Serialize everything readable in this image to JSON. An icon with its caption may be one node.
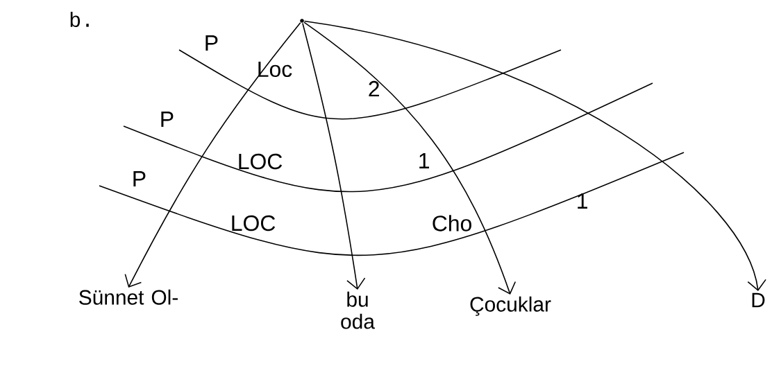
{
  "diagram": {
    "nodes": [
      {
        "text": [],
        "shape": "circle"
      },
      {
        "text": [
          "Sünnet Ol-"
        ]
      },
      {
        "text": [
          "bu oda"
        ]
      },
      {
        "text": [
          "Çocuklar"
        ]
      },
      {
        "text": [
          "D"
        ]
      }
    ],
    "edges": [
      {
        "from": 0,
        "to": 1,
        "arrow": "to"
      },
      {
        "from": 0,
        "to": 2,
        "arrow": "to"
      },
      {
        "from": 0,
        "to": 3,
        "arrow": "to"
      },
      {
        "from": 0,
        "to": 4,
        "arrow": "to"
      }
    ],
    "labels": [
      "b.",
      "P",
      "Loc",
      "2",
      "P",
      "LOC",
      "1",
      "P",
      "LOC",
      "Cho",
      "1"
    ]
  }
}
